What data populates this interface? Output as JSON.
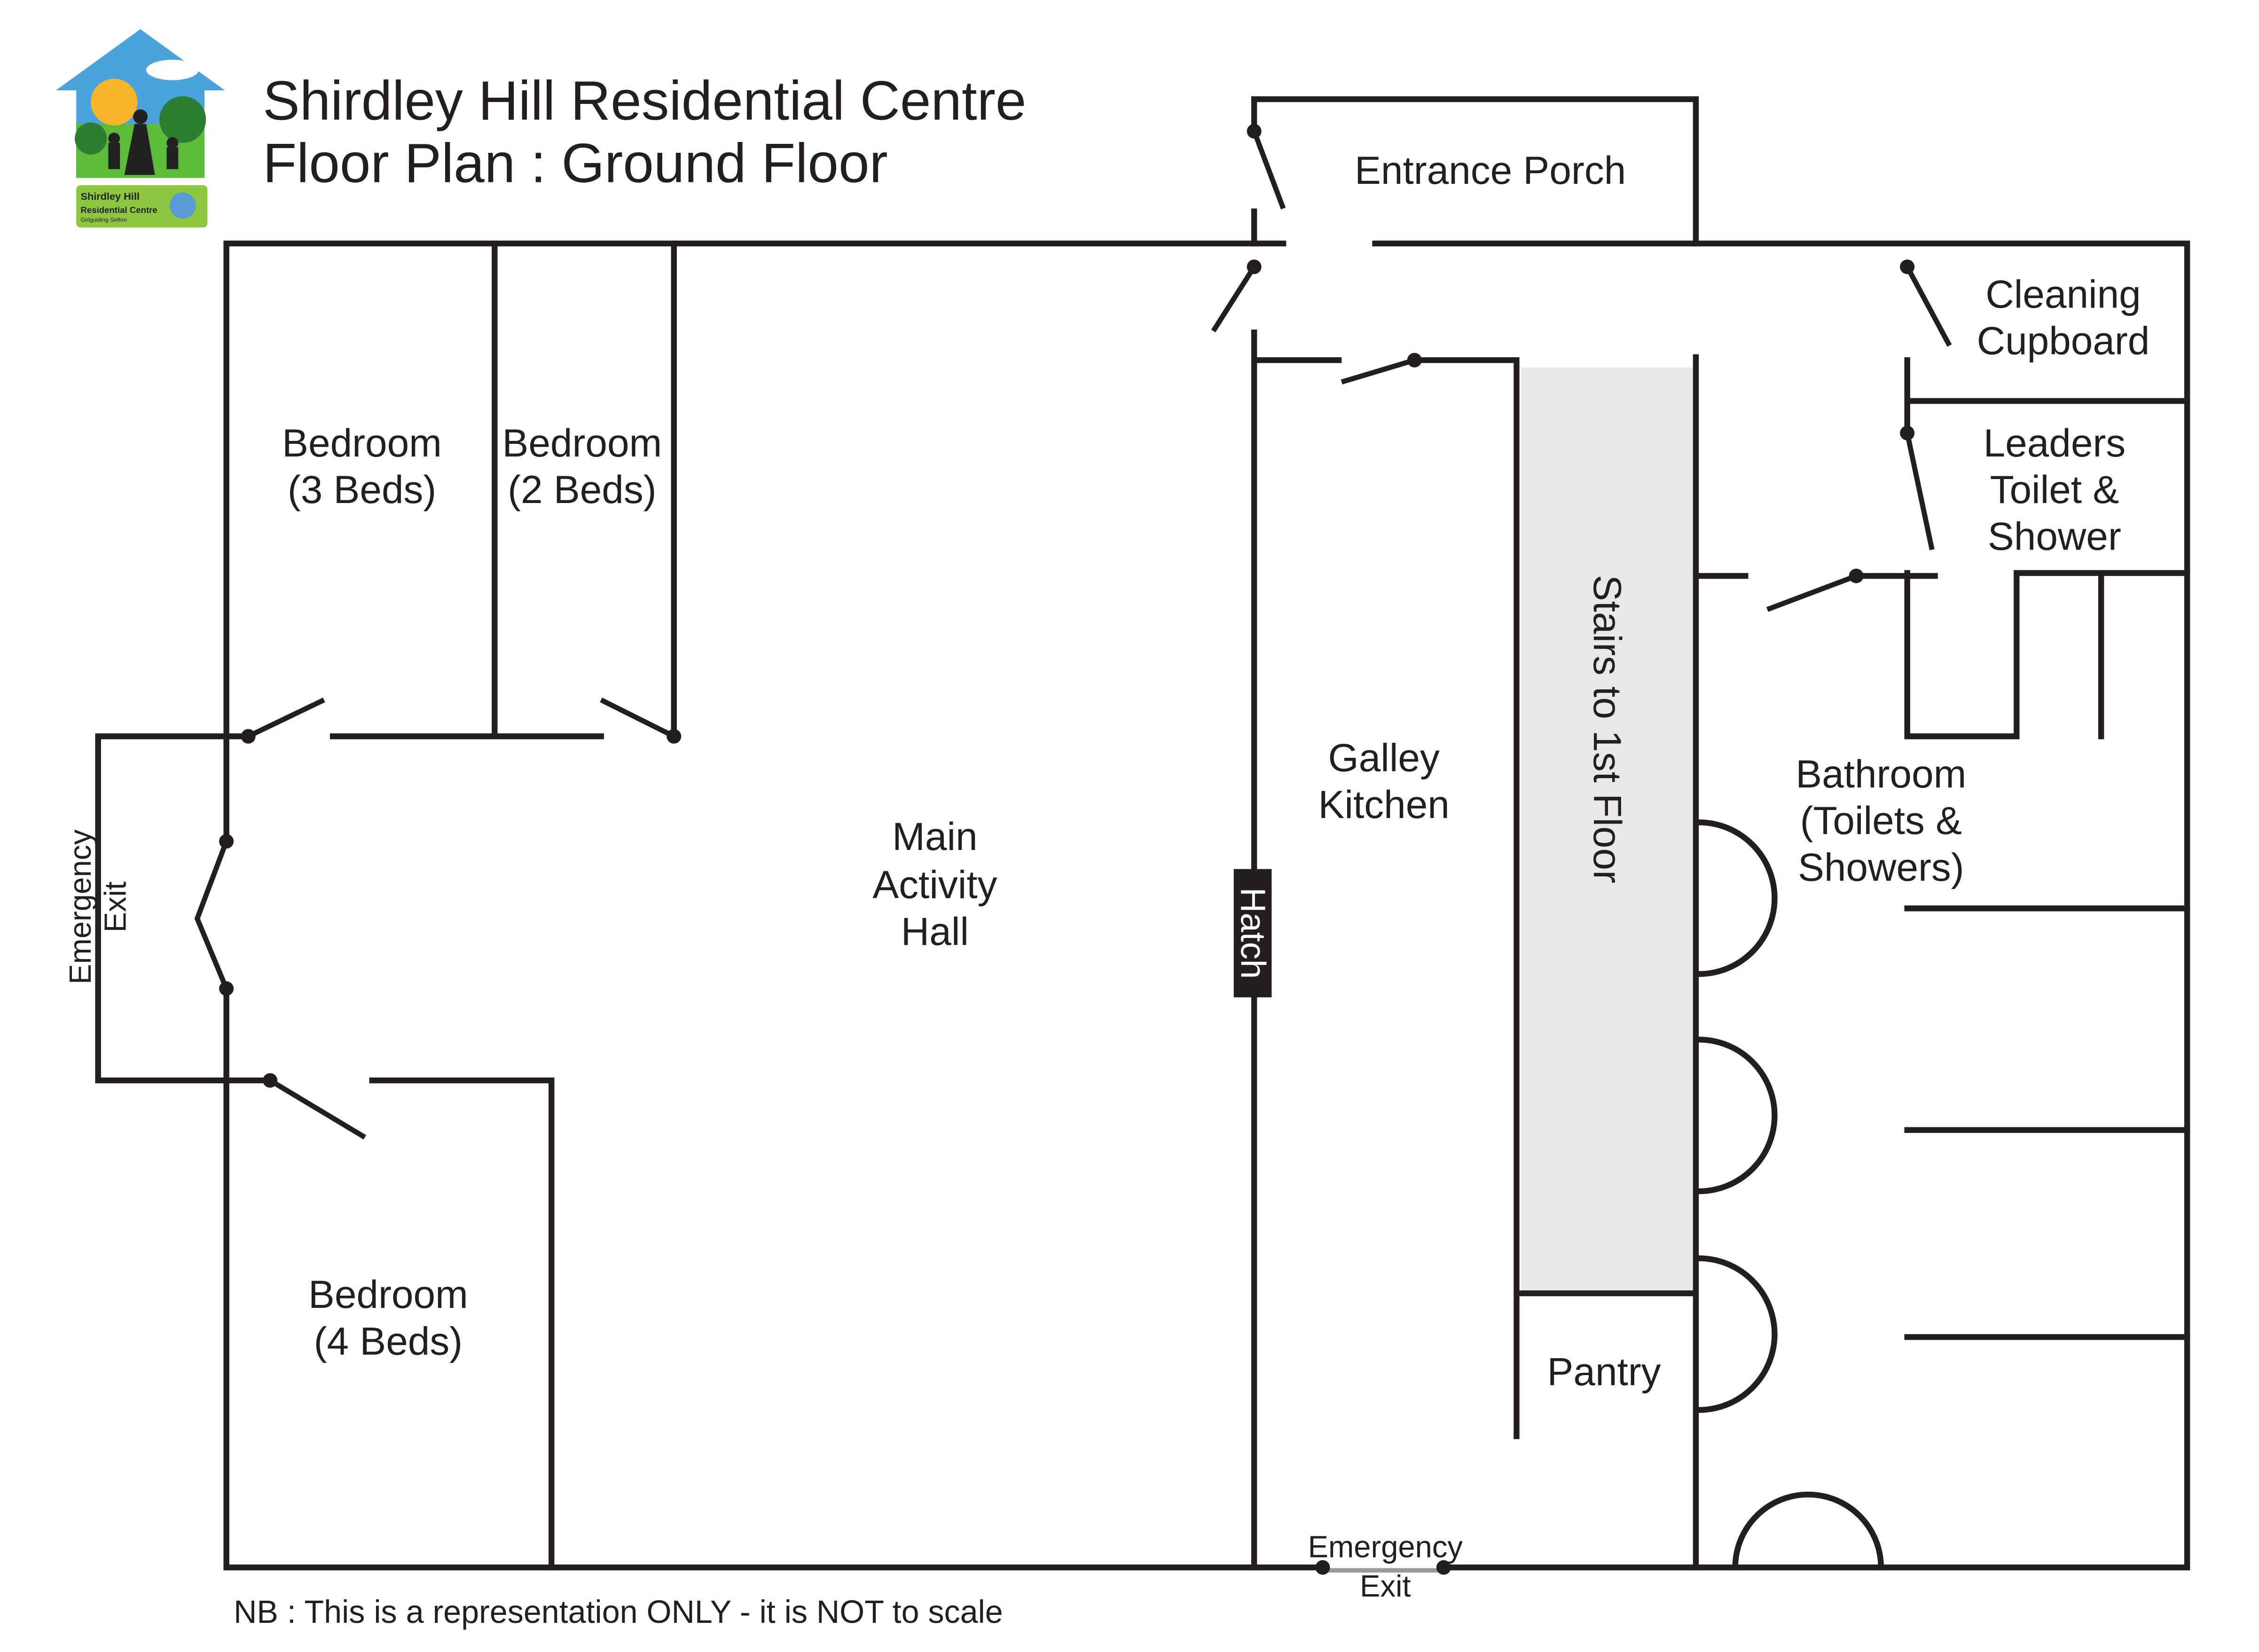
{
  "header": {
    "title_line1": "Shirdley Hill Residential Centre",
    "title_line2": "Floor Plan : Ground Floor"
  },
  "logo": {
    "line1": "Shirdley Hill",
    "line2": "Residential Centre",
    "line3": "Girlguiding Sefton"
  },
  "rooms": {
    "entrance_porch": "Entrance Porch",
    "cleaning_cupboard": [
      "Cleaning",
      "Cupboard"
    ],
    "leaders_toilet": [
      "Leaders",
      "Toilet &",
      "Shower"
    ],
    "bedroom_3": [
      "Bedroom",
      "(3 Beds)"
    ],
    "bedroom_2": [
      "Bedroom",
      "(2 Beds)"
    ],
    "bedroom_4": [
      "Bedroom",
      "(4 Beds)"
    ],
    "main_hall": [
      "Main",
      "Activity",
      "Hall"
    ],
    "galley_kitchen": [
      "Galley",
      "Kitchen"
    ],
    "stairs": "Stairs to 1st Floor",
    "pantry": "Pantry",
    "bathroom": [
      "Bathroom",
      "(Toilets &",
      "Showers)"
    ],
    "hatch": "Hatch",
    "emergency_exit_left": [
      "Emergency",
      "Exit"
    ],
    "emergency_exit_bottom": [
      "Emergency",
      "Exit"
    ]
  },
  "footer": {
    "note": "NB : This is a representation ONLY - it is NOT to scale"
  },
  "colors": {
    "wall": "#231f20",
    "stairs": "#e8e8e8"
  }
}
